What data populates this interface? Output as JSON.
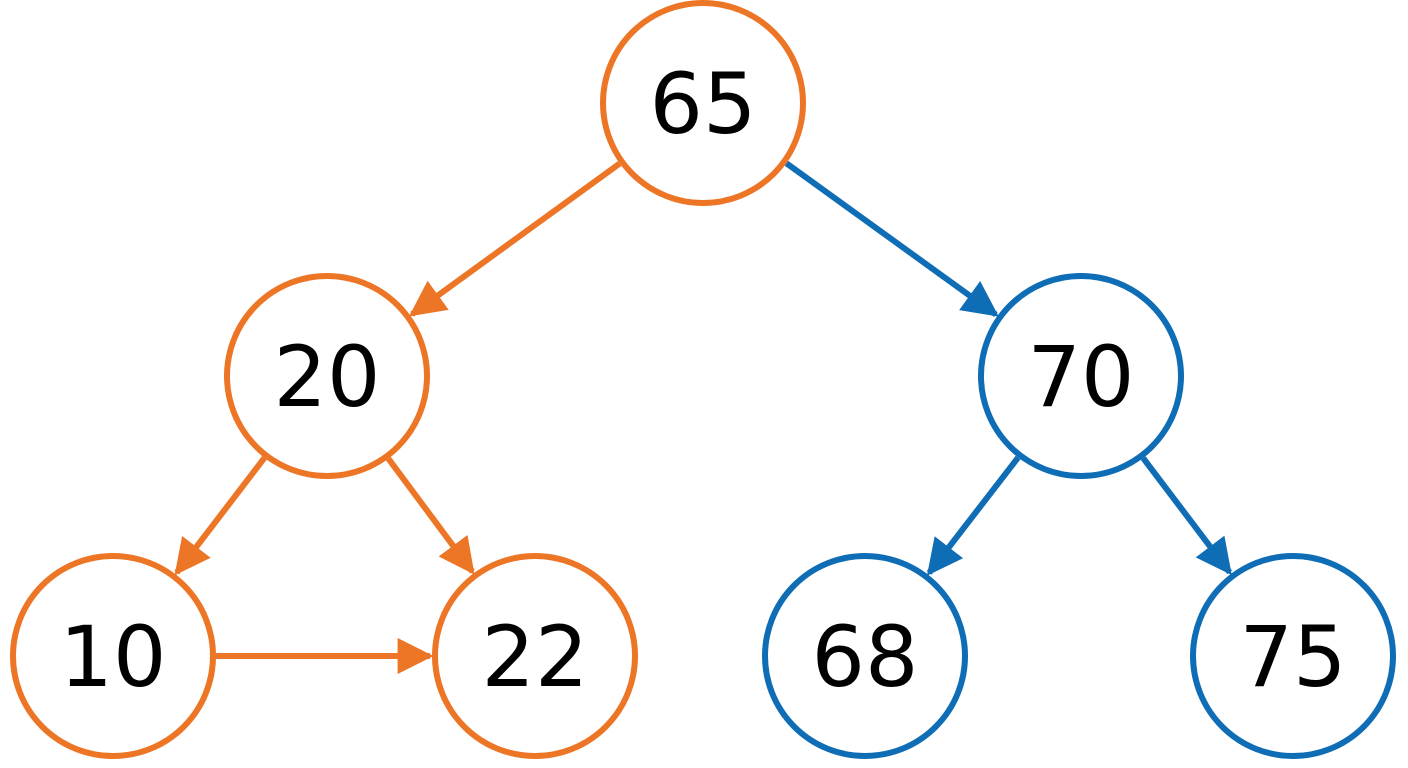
{
  "colors": {
    "orange": "#ED7526",
    "blue": "#0F6DB6",
    "text": "#000000",
    "background": "#FFFFFF"
  },
  "nodes": [
    {
      "id": "n65",
      "label": "65",
      "color": "orange"
    },
    {
      "id": "n20",
      "label": "20",
      "color": "orange"
    },
    {
      "id": "n70",
      "label": "70",
      "color": "blue"
    },
    {
      "id": "n10",
      "label": "10",
      "color": "orange"
    },
    {
      "id": "n22",
      "label": "22",
      "color": "orange"
    },
    {
      "id": "n68",
      "label": "68",
      "color": "blue"
    },
    {
      "id": "n75",
      "label": "75",
      "color": "blue"
    }
  ],
  "edges": [
    {
      "from": "n65",
      "to": "n20",
      "color": "orange"
    },
    {
      "from": "n65",
      "to": "n70",
      "color": "blue"
    },
    {
      "from": "n20",
      "to": "n10",
      "color": "orange"
    },
    {
      "from": "n20",
      "to": "n22",
      "color": "orange"
    },
    {
      "from": "n10",
      "to": "n22",
      "color": "orange"
    },
    {
      "from": "n70",
      "to": "n68",
      "color": "blue"
    },
    {
      "from": "n70",
      "to": "n75",
      "color": "blue"
    }
  ]
}
